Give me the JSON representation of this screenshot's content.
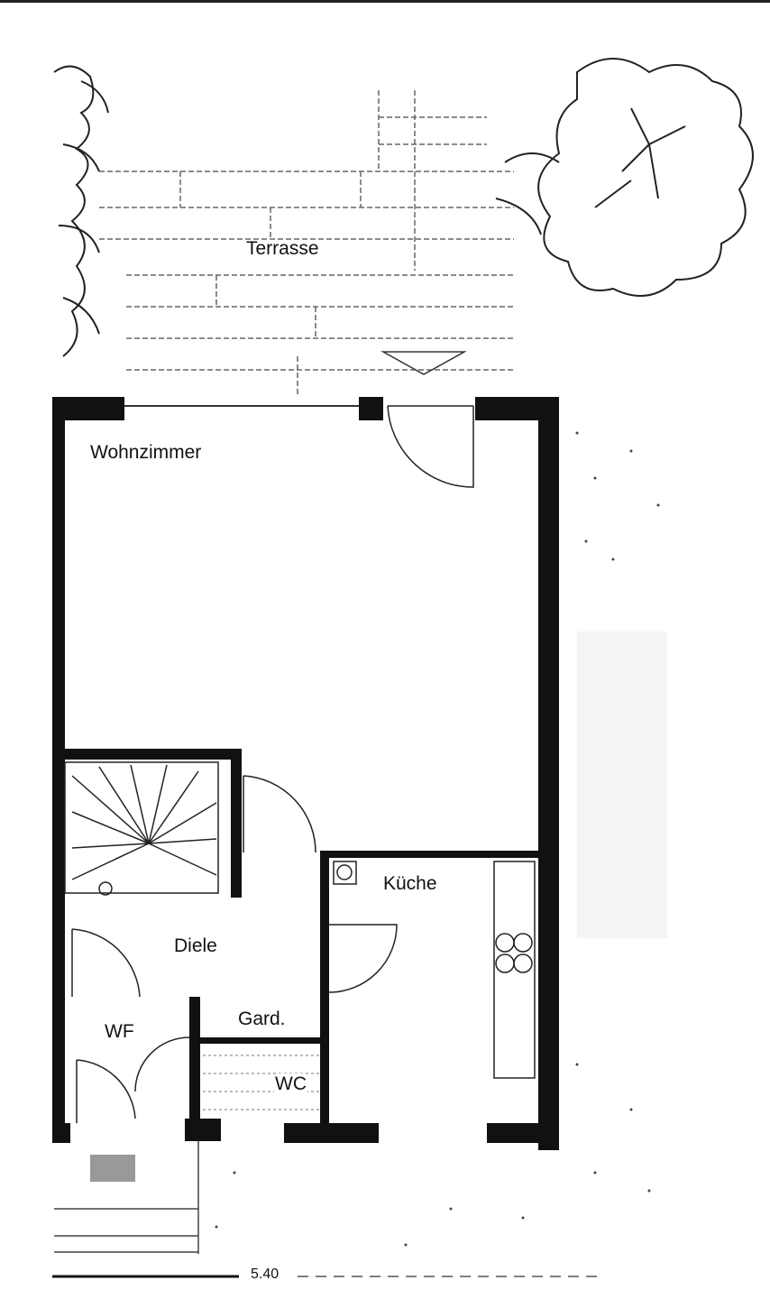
{
  "plan": {
    "rooms": {
      "terrace": "Terrasse",
      "living_room": "Wohnzimmer",
      "kitchen": "Küche",
      "hall": "Diele",
      "utility": "WF",
      "wardrobe": "Gard.",
      "toilet": "WC"
    },
    "dimension": "5.40"
  }
}
